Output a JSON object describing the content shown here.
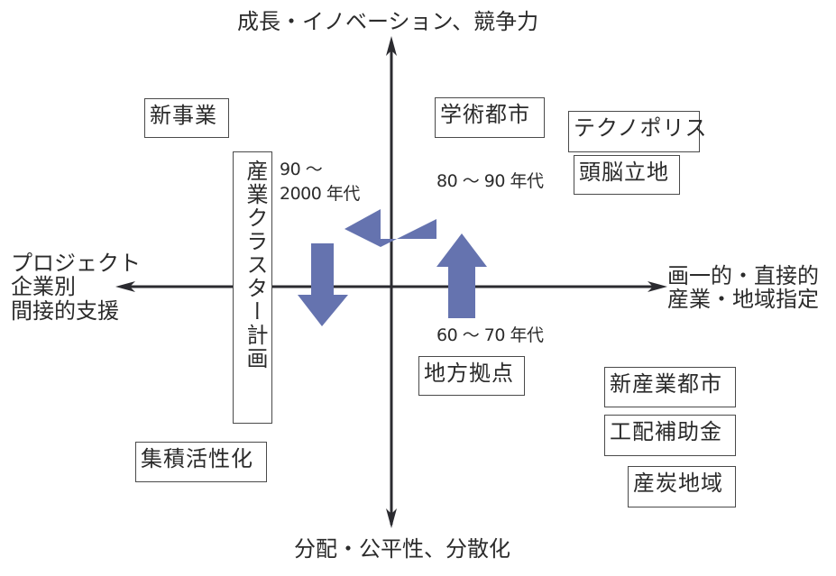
{
  "axes": {
    "top": "成長・イノベーション、競争力",
    "bottom": "分配・公平性、分散化",
    "left": [
      "プロジェクト",
      "企業別",
      "間接的支援"
    ],
    "right": [
      "画一的・直接的",
      "産業・地域指定"
    ]
  },
  "boxes": {
    "new_business": "新事業",
    "academic_city": "学術都市",
    "technopolis": "テクノポリス",
    "brain_location": "頭脳立地",
    "industrial_cluster": "産業クラスター計画",
    "regional_hub": "地方拠点",
    "new_industrial_city": "新産業都市",
    "industrial_relocation_subsidy": "工配補助金",
    "coal_region": "産炭地域",
    "agglomeration_revitalization": "集積活性化"
  },
  "eras": {
    "era_90_2000": [
      "90 〜",
      "2000 年代"
    ],
    "era_80_90": "80 〜 90 年代",
    "era_60_70": "60 〜 70 年代"
  },
  "colors": {
    "axis": "#2b2b30",
    "arrow_fill": "#6573af",
    "box_border": "#4a4a4a",
    "text": "#2b2b2b"
  }
}
